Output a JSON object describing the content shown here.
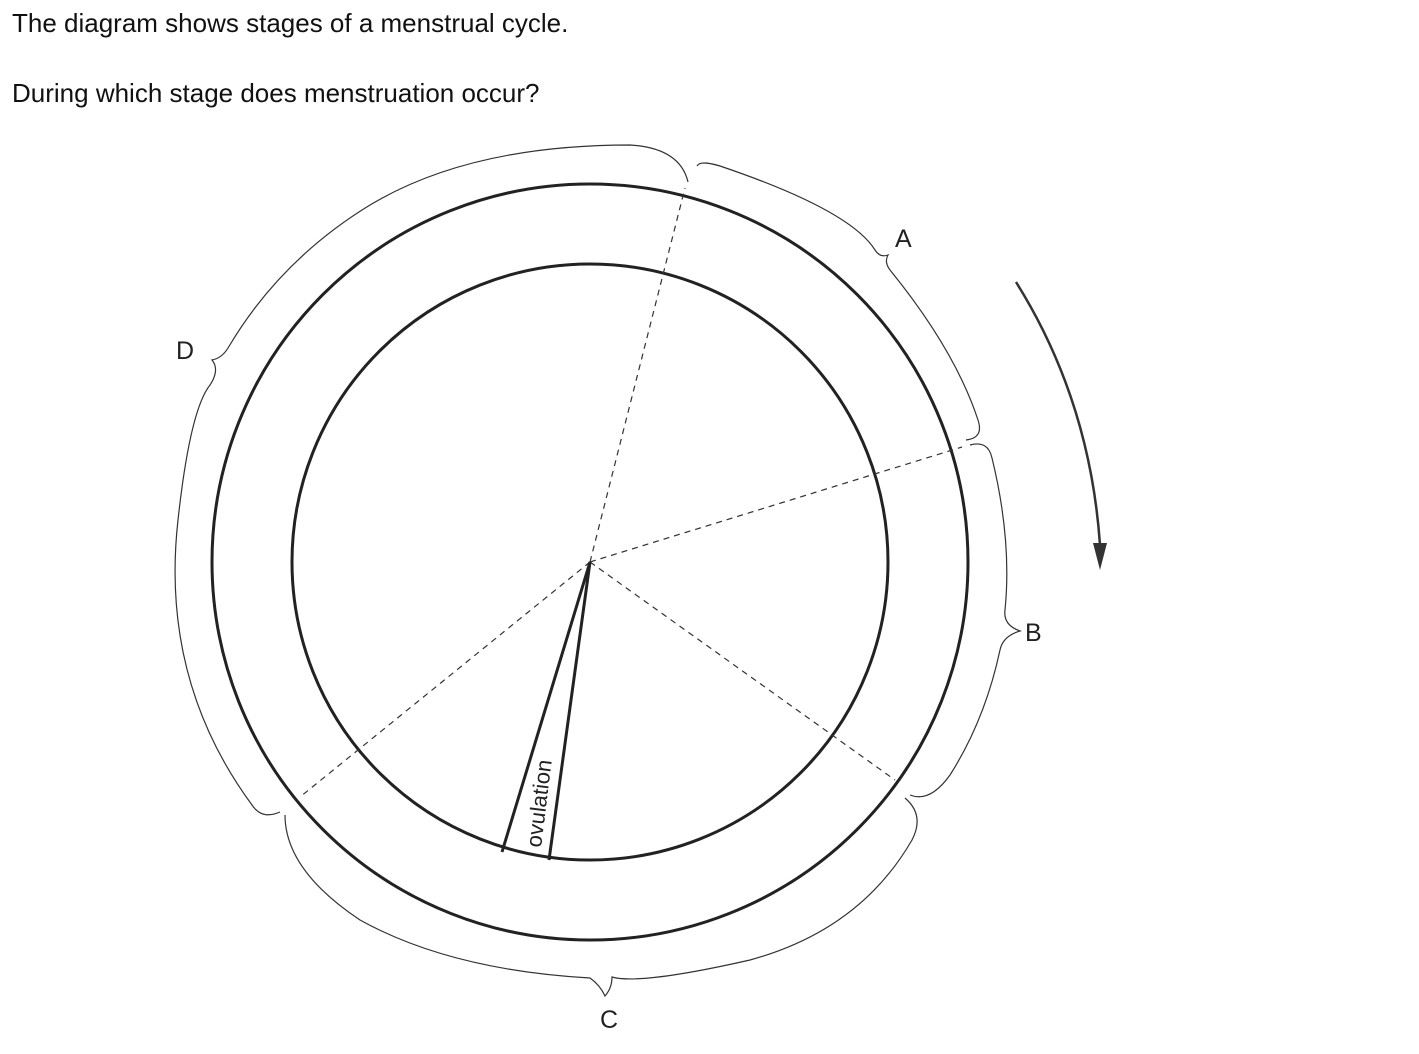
{
  "question": {
    "line1": "The diagram shows stages of a menstrual cycle.",
    "line2": "During which stage does menstruation occur?"
  },
  "diagram": {
    "stages": [
      {
        "id": "A",
        "label": "A"
      },
      {
        "id": "B",
        "label": "B"
      },
      {
        "id": "C",
        "label": "C"
      },
      {
        "id": "D",
        "label": "D"
      }
    ],
    "ovulation_label": "ovulation",
    "direction": "clockwise",
    "colors": {
      "line": "#222222",
      "bracket": "#333333"
    }
  }
}
